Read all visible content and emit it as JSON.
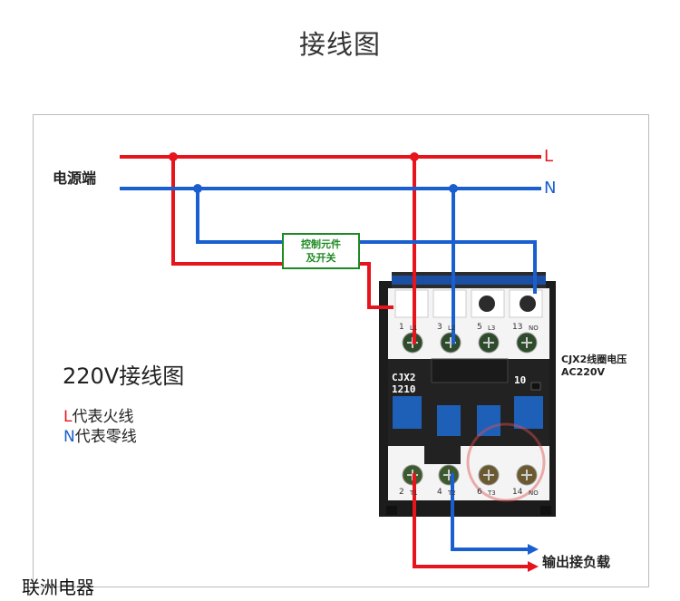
{
  "page_title": "接线图",
  "power_source_label": "电源端",
  "lines": {
    "l_label": "L",
    "n_label": "N",
    "l_color": "#e8141c",
    "n_color": "#1a5fd0"
  },
  "control_box": {
    "line1": "控制元件",
    "line2": "及开关",
    "color": "#1d8a22"
  },
  "diagram_title": "220V接线图",
  "legend": {
    "l_letter": "L",
    "l_text": "代表火线",
    "n_letter": "N",
    "n_text": "代表零线"
  },
  "contactor": {
    "model": "CJX2",
    "rating": "1210",
    "aux_code": "10",
    "top_terminals": [
      "1",
      "L1",
      "3",
      "L2",
      "5",
      "L3",
      "13",
      "NO"
    ],
    "bottom_terminals": [
      "2",
      "T1",
      "4",
      "T2",
      "6",
      "T3",
      "14",
      "NO"
    ]
  },
  "coil_voltage": {
    "line1": "CJX2线圈电压",
    "line2": "AC220V"
  },
  "output_load_label": "输出接负载",
  "brand": "联洲电器"
}
